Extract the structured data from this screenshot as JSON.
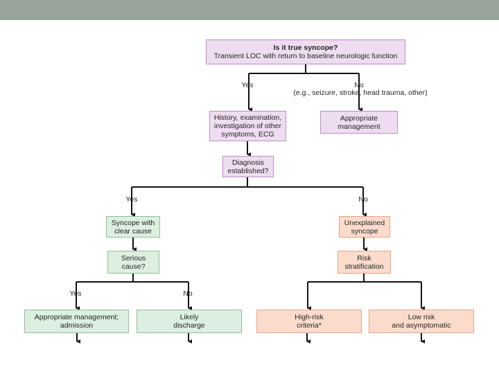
{
  "nodes": {
    "true_syncope": {
      "line1": "Is it true syncope?",
      "line2": "Transient LOC with return to baseline neurologic function"
    },
    "history": {
      "line1": "History, examination,",
      "line2": "investigation of other",
      "line3": "symptoms, ECG"
    },
    "appropriate_mgmt": {
      "line1": "Appropriate",
      "line2": "management"
    },
    "diagnosis": {
      "line1": "Diagnosis",
      "line2": "established?"
    },
    "syncope_clear": {
      "line1": "Syncope with",
      "line2": "clear cause"
    },
    "unexplained": {
      "line1": "Unexplained",
      "line2": "syncope"
    },
    "serious_cause": {
      "line1": "Serious",
      "line2": "cause?"
    },
    "risk_strat": {
      "line1": "Risk",
      "line2": "stratification"
    },
    "mgmt_admission": {
      "line1": "Appropriate management;",
      "line2": "admission"
    },
    "likely_discharge": {
      "line1": "Likely",
      "line2": "discharge"
    },
    "high_risk": {
      "line1": "High-risk",
      "line2": "criteria*"
    },
    "low_risk": {
      "line1": "Low risk",
      "line2": "and asymptomatic"
    }
  },
  "edges": {
    "yes_1": "Yes",
    "no_1": "No",
    "no_1_examples": "(e.g., seizure, stroke, head trauma, other)",
    "yes_2": "Yes",
    "no_2": "No",
    "yes_3": "Yes",
    "no_3": "No"
  },
  "colors": {
    "header_bar": "#98a39b",
    "purple_fill": "#eedcf0",
    "green_fill": "#dcefe0",
    "orange_fill": "#fbdccc",
    "line": "#111111"
  }
}
